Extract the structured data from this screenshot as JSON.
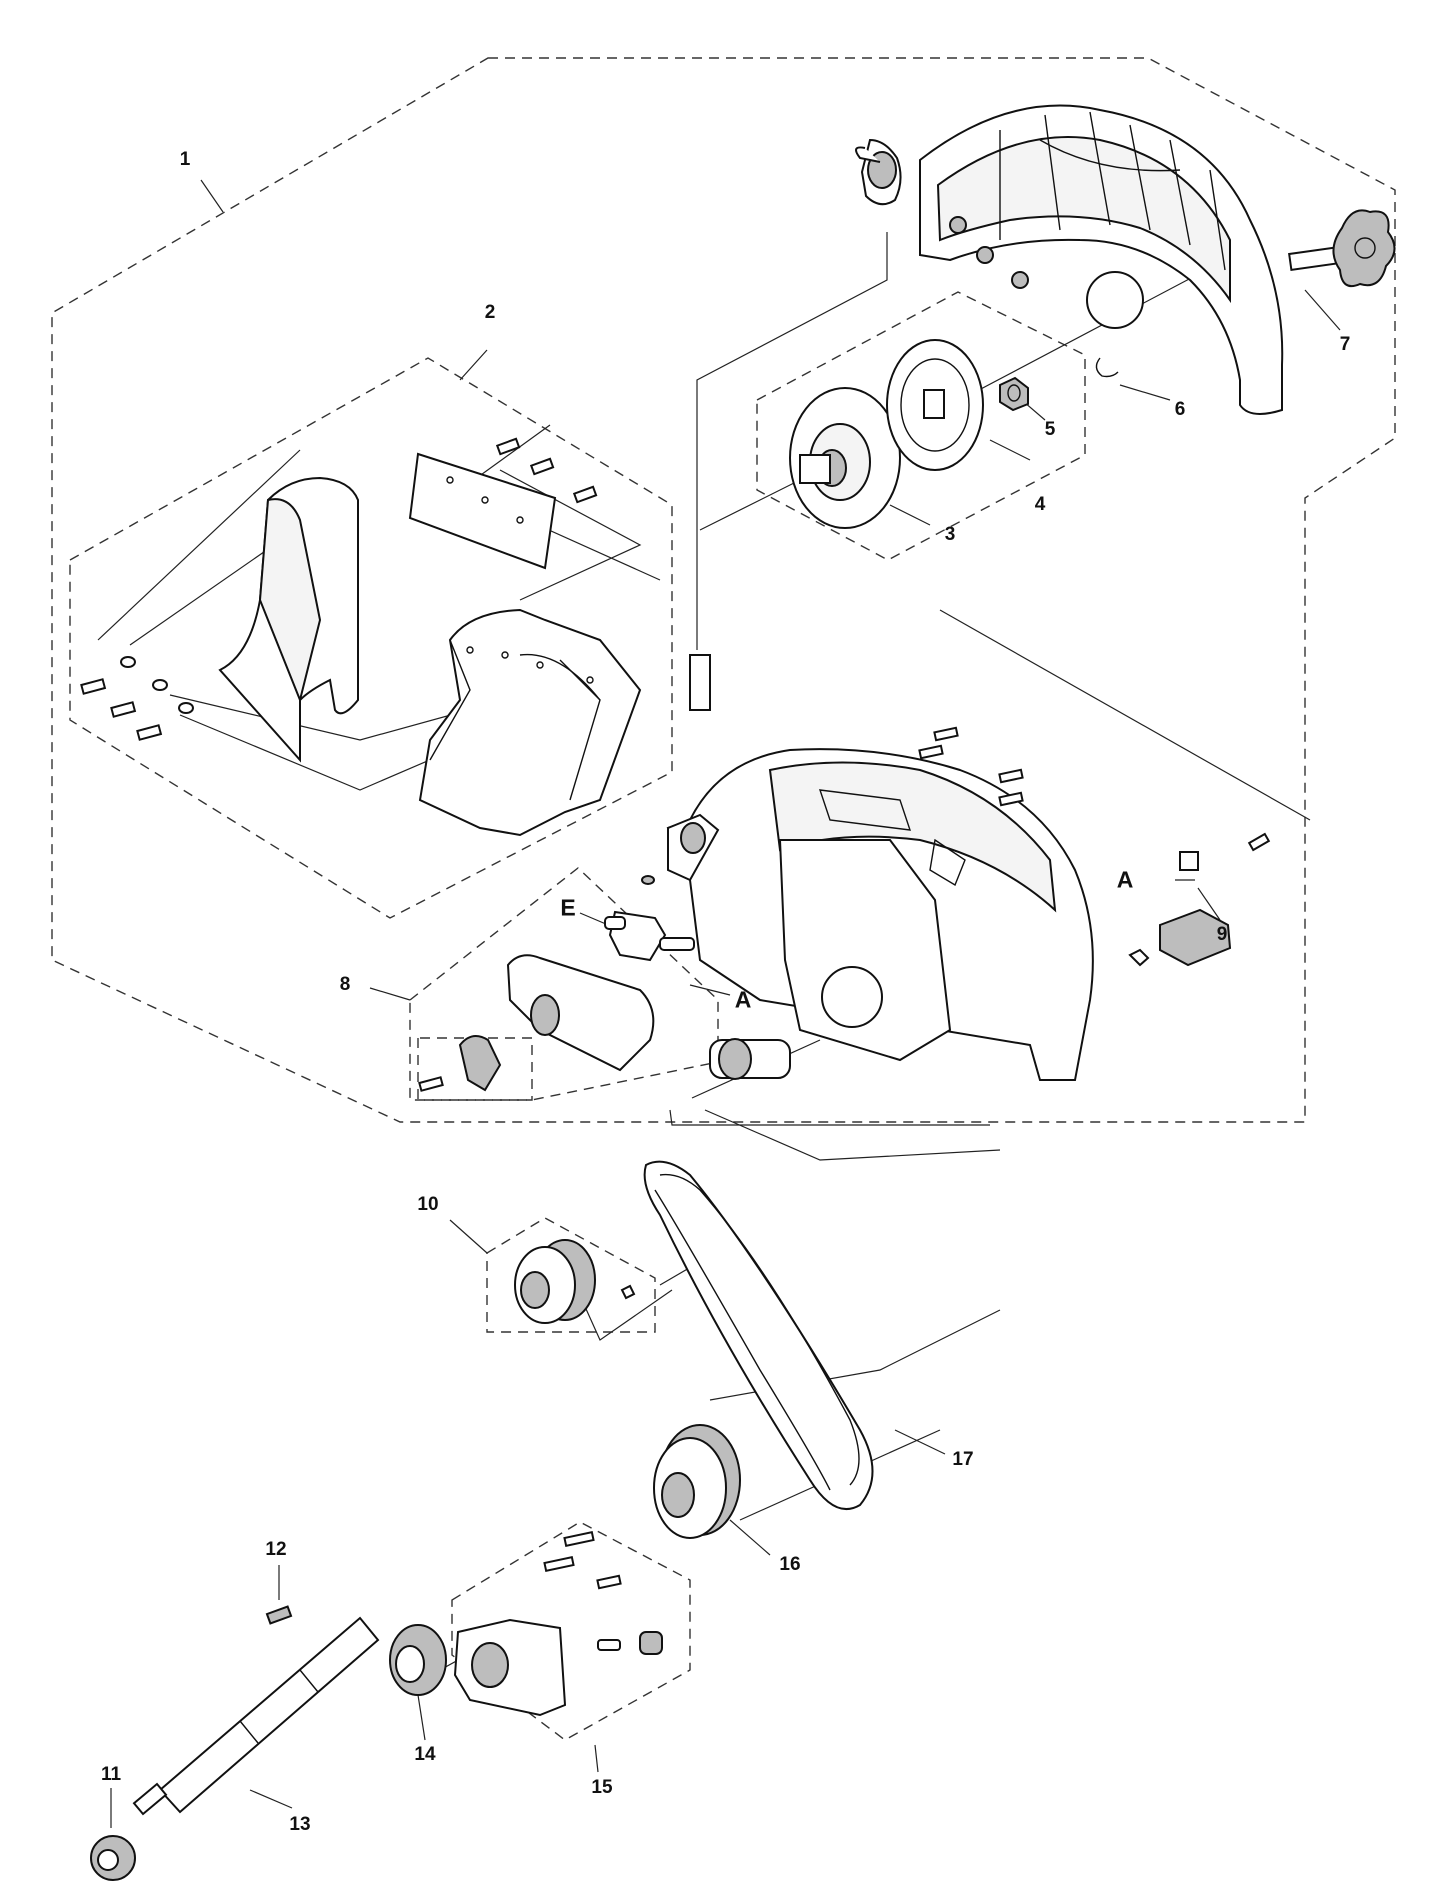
{
  "callouts": [
    {
      "id": "1",
      "label": "1"
    },
    {
      "id": "2",
      "label": "2"
    },
    {
      "id": "3",
      "label": "3"
    },
    {
      "id": "4",
      "label": "4"
    },
    {
      "id": "5",
      "label": "5"
    },
    {
      "id": "6",
      "label": "6"
    },
    {
      "id": "7",
      "label": "7"
    },
    {
      "id": "8",
      "label": "8"
    },
    {
      "id": "9",
      "label": "9"
    },
    {
      "id": "10",
      "label": "10"
    },
    {
      "id": "11",
      "label": "11"
    },
    {
      "id": "12",
      "label": "12"
    },
    {
      "id": "13",
      "label": "13"
    },
    {
      "id": "14",
      "label": "14"
    },
    {
      "id": "15",
      "label": "15"
    },
    {
      "id": "16",
      "label": "16"
    },
    {
      "id": "17",
      "label": "17"
    }
  ],
  "markers": {
    "a_right": "A",
    "a_fitting": "A",
    "e_fitting": "E"
  }
}
